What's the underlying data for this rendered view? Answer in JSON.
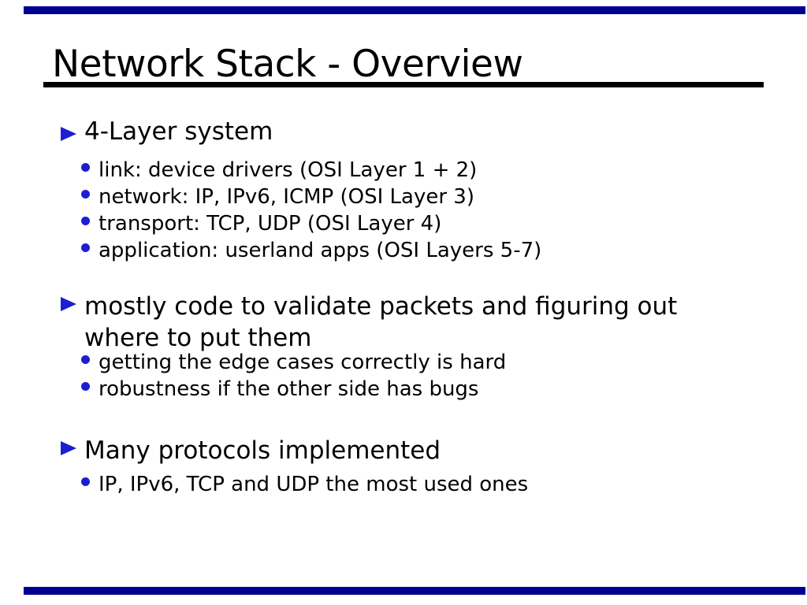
{
  "slide": {
    "title": "Network Stack - Overview",
    "colors": {
      "rule_bar": "#000090",
      "bullet_blue": "#1d1dd2",
      "underline": "#000000",
      "text": "#000000",
      "background": "#ffffff"
    },
    "icons": {
      "level1_bullet": "triangle-right-bullet-icon",
      "level2_bullet": "dot-bullet-icon"
    },
    "blocks": [
      {
        "heading_lines": [
          "4-Layer system"
        ],
        "subs": [
          "link: device drivers (OSI Layer 1 + 2)",
          "network: IP, IPv6, ICMP (OSI Layer 3)",
          "transport: TCP, UDP (OSI Layer 4)",
          "application: userland apps (OSI Layers 5-7)"
        ]
      },
      {
        "heading_lines": [
          "mostly code to validate packets and figuring out",
          "where to put them"
        ],
        "subs": [
          "getting the edge cases correctly is hard",
          "robustness if the other side has bugs"
        ]
      },
      {
        "heading_lines": [
          "Many protocols implemented"
        ],
        "subs": [
          "IP, IPv6, TCP and UDP the most used ones"
        ]
      }
    ]
  }
}
